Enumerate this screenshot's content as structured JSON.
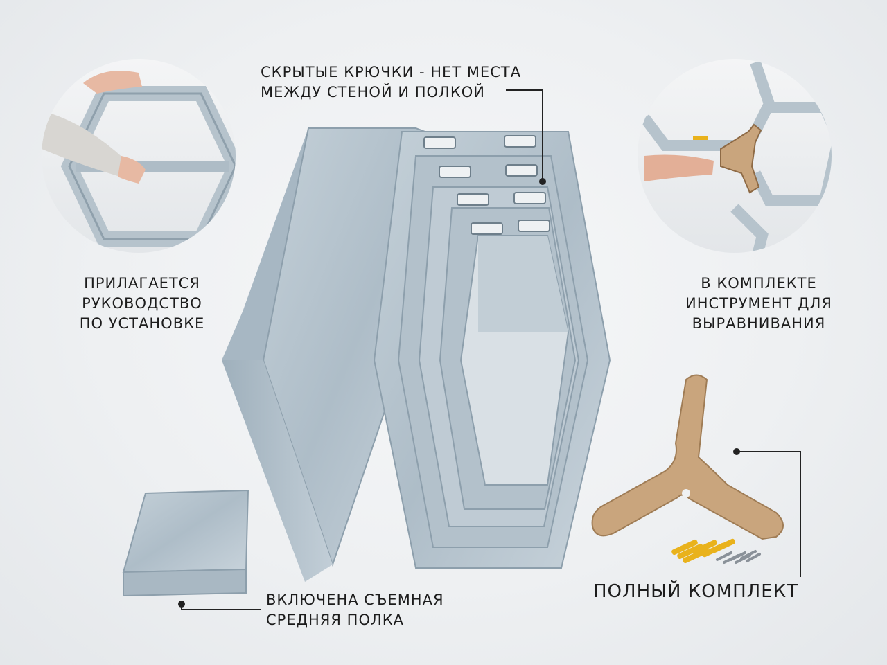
{
  "labels": {
    "hooks": {
      "line1": "СКРЫТЫЕ КРЮЧКИ - НЕТ МЕСТА",
      "line2": "МЕЖДУ СТЕНОЙ И ПОЛКОЙ"
    },
    "manual": {
      "line1": "ПРИЛАГАЕТСЯ",
      "line2": "РУКОВОДСТВО",
      "line3": "ПО УСТАНОВКЕ"
    },
    "level": {
      "line1": "В КОМПЛЕКТЕ",
      "line2": "ИНСТРУМЕНТ ДЛЯ",
      "line3": "ВЫРАВНИВАНИЯ"
    },
    "kit": {
      "line1": "ПОЛНЫЙ КОМПЛЕКТ"
    },
    "shelf": {
      "line1": "ВКЛЮЧЕНА СЪЕМНАЯ",
      "line2": "СРЕДНЯЯ ПОЛКА"
    }
  },
  "colors": {
    "wood": "#b9c7d1",
    "wood_dark": "#93a5b2",
    "mdf": "#c9a57d",
    "text": "#1c1c1c",
    "screw_plug": "#e9b21c"
  }
}
